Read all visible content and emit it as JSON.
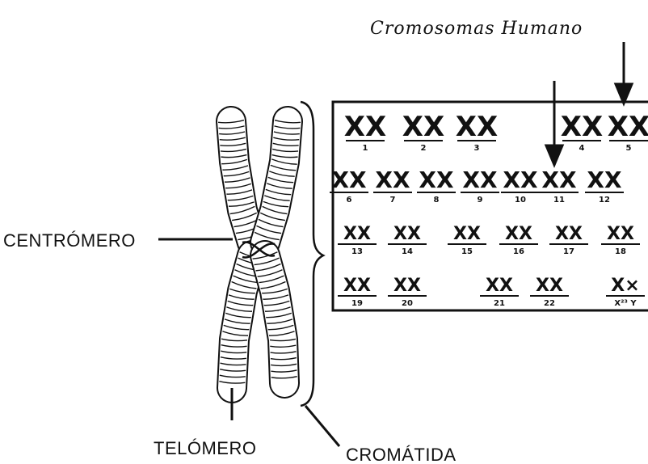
{
  "title": "Cromosomas Humano",
  "labels": {
    "centromero": "CENTRÓMERO",
    "telomero": "TELÓMERO",
    "cromatida": "CROMÁTIDA"
  },
  "karyotype": {
    "rows": [
      [
        {
          "glyph": "XX",
          "num": "1"
        },
        {
          "glyph": "XX",
          "num": "2"
        },
        {
          "glyph": "XX",
          "num": "3"
        },
        {
          "glyph": "XX",
          "num": "4"
        },
        {
          "glyph": "XX",
          "num": "5"
        }
      ],
      [
        {
          "glyph": "XX",
          "num": "6"
        },
        {
          "glyph": "XX",
          "num": "7"
        },
        {
          "glyph": "XX",
          "num": "8"
        },
        {
          "glyph": "XX",
          "num": "9"
        },
        {
          "glyph": "XX",
          "num": "10"
        },
        {
          "glyph": "XX",
          "num": "11"
        },
        {
          "glyph": "XX",
          "num": "12"
        }
      ],
      [
        {
          "glyph": "XX",
          "num": "13"
        },
        {
          "glyph": "XX",
          "num": "14"
        },
        {
          "glyph": "XX",
          "num": "15"
        },
        {
          "glyph": "XX",
          "num": "16"
        },
        {
          "glyph": "XX",
          "num": "17"
        },
        {
          "glyph": "XX",
          "num": "18"
        }
      ],
      [
        {
          "glyph": "XX",
          "num": "19"
        },
        {
          "glyph": "XX",
          "num": "20"
        },
        {
          "glyph": "XX",
          "num": "21"
        },
        {
          "glyph": "XX",
          "num": "22"
        },
        {
          "glyph": "X×",
          "num": "X²³ Y"
        }
      ]
    ]
  },
  "colors": {
    "ink": "#111111",
    "paper": "#ffffff"
  }
}
